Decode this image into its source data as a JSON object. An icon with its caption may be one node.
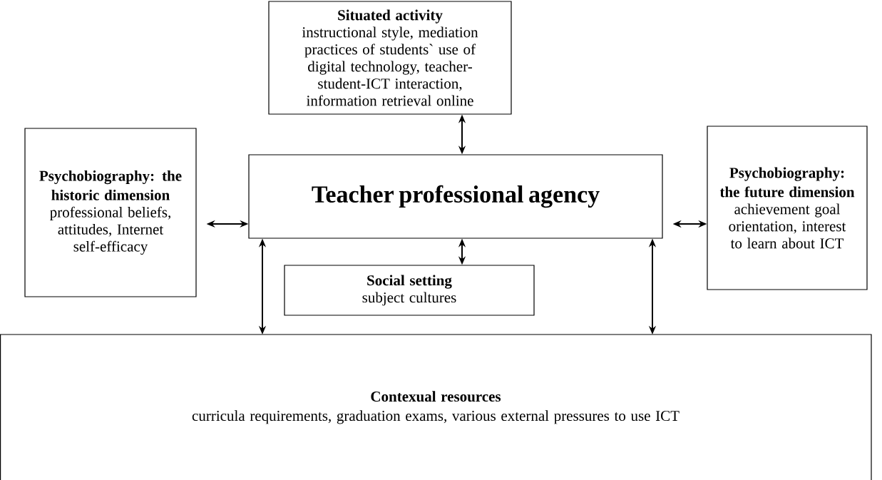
{
  "diagram": {
    "nodes": [
      {
        "text": [
          "Situated activity",
          "instructional style, mediation practices of students` use of digital technology, teacher-student-ICT interaction, information retrieval online"
        ]
      },
      {
        "text": [
          "Psychobiography: the historic dimension",
          "professional beliefs, attitudes, Internet self-efficacy"
        ]
      },
      {
        "text": [
          "Teacher professional agency"
        ]
      },
      {
        "text": [
          "Psychobiography: the future dimension",
          "achievement goal orientation, interest to learn about ICT"
        ]
      },
      {
        "text": [
          "Social setting",
          "subject cultures"
        ]
      },
      {
        "text": [
          "Contexual resources",
          "curricula requirements, graduation exams, various external pressures to use ICT"
        ]
      }
    ],
    "edges": [
      {
        "from": 0,
        "to": 2,
        "arrow": "both"
      },
      {
        "from": 1,
        "to": 2,
        "arrow": "both"
      },
      {
        "from": 2,
        "to": 3,
        "arrow": "both"
      },
      {
        "from": 2,
        "to": 4,
        "arrow": "both"
      },
      {
        "from": 2,
        "to": 5,
        "arrow": "both"
      },
      {
        "from": 2,
        "to": 5,
        "arrow": "both"
      }
    ]
  }
}
